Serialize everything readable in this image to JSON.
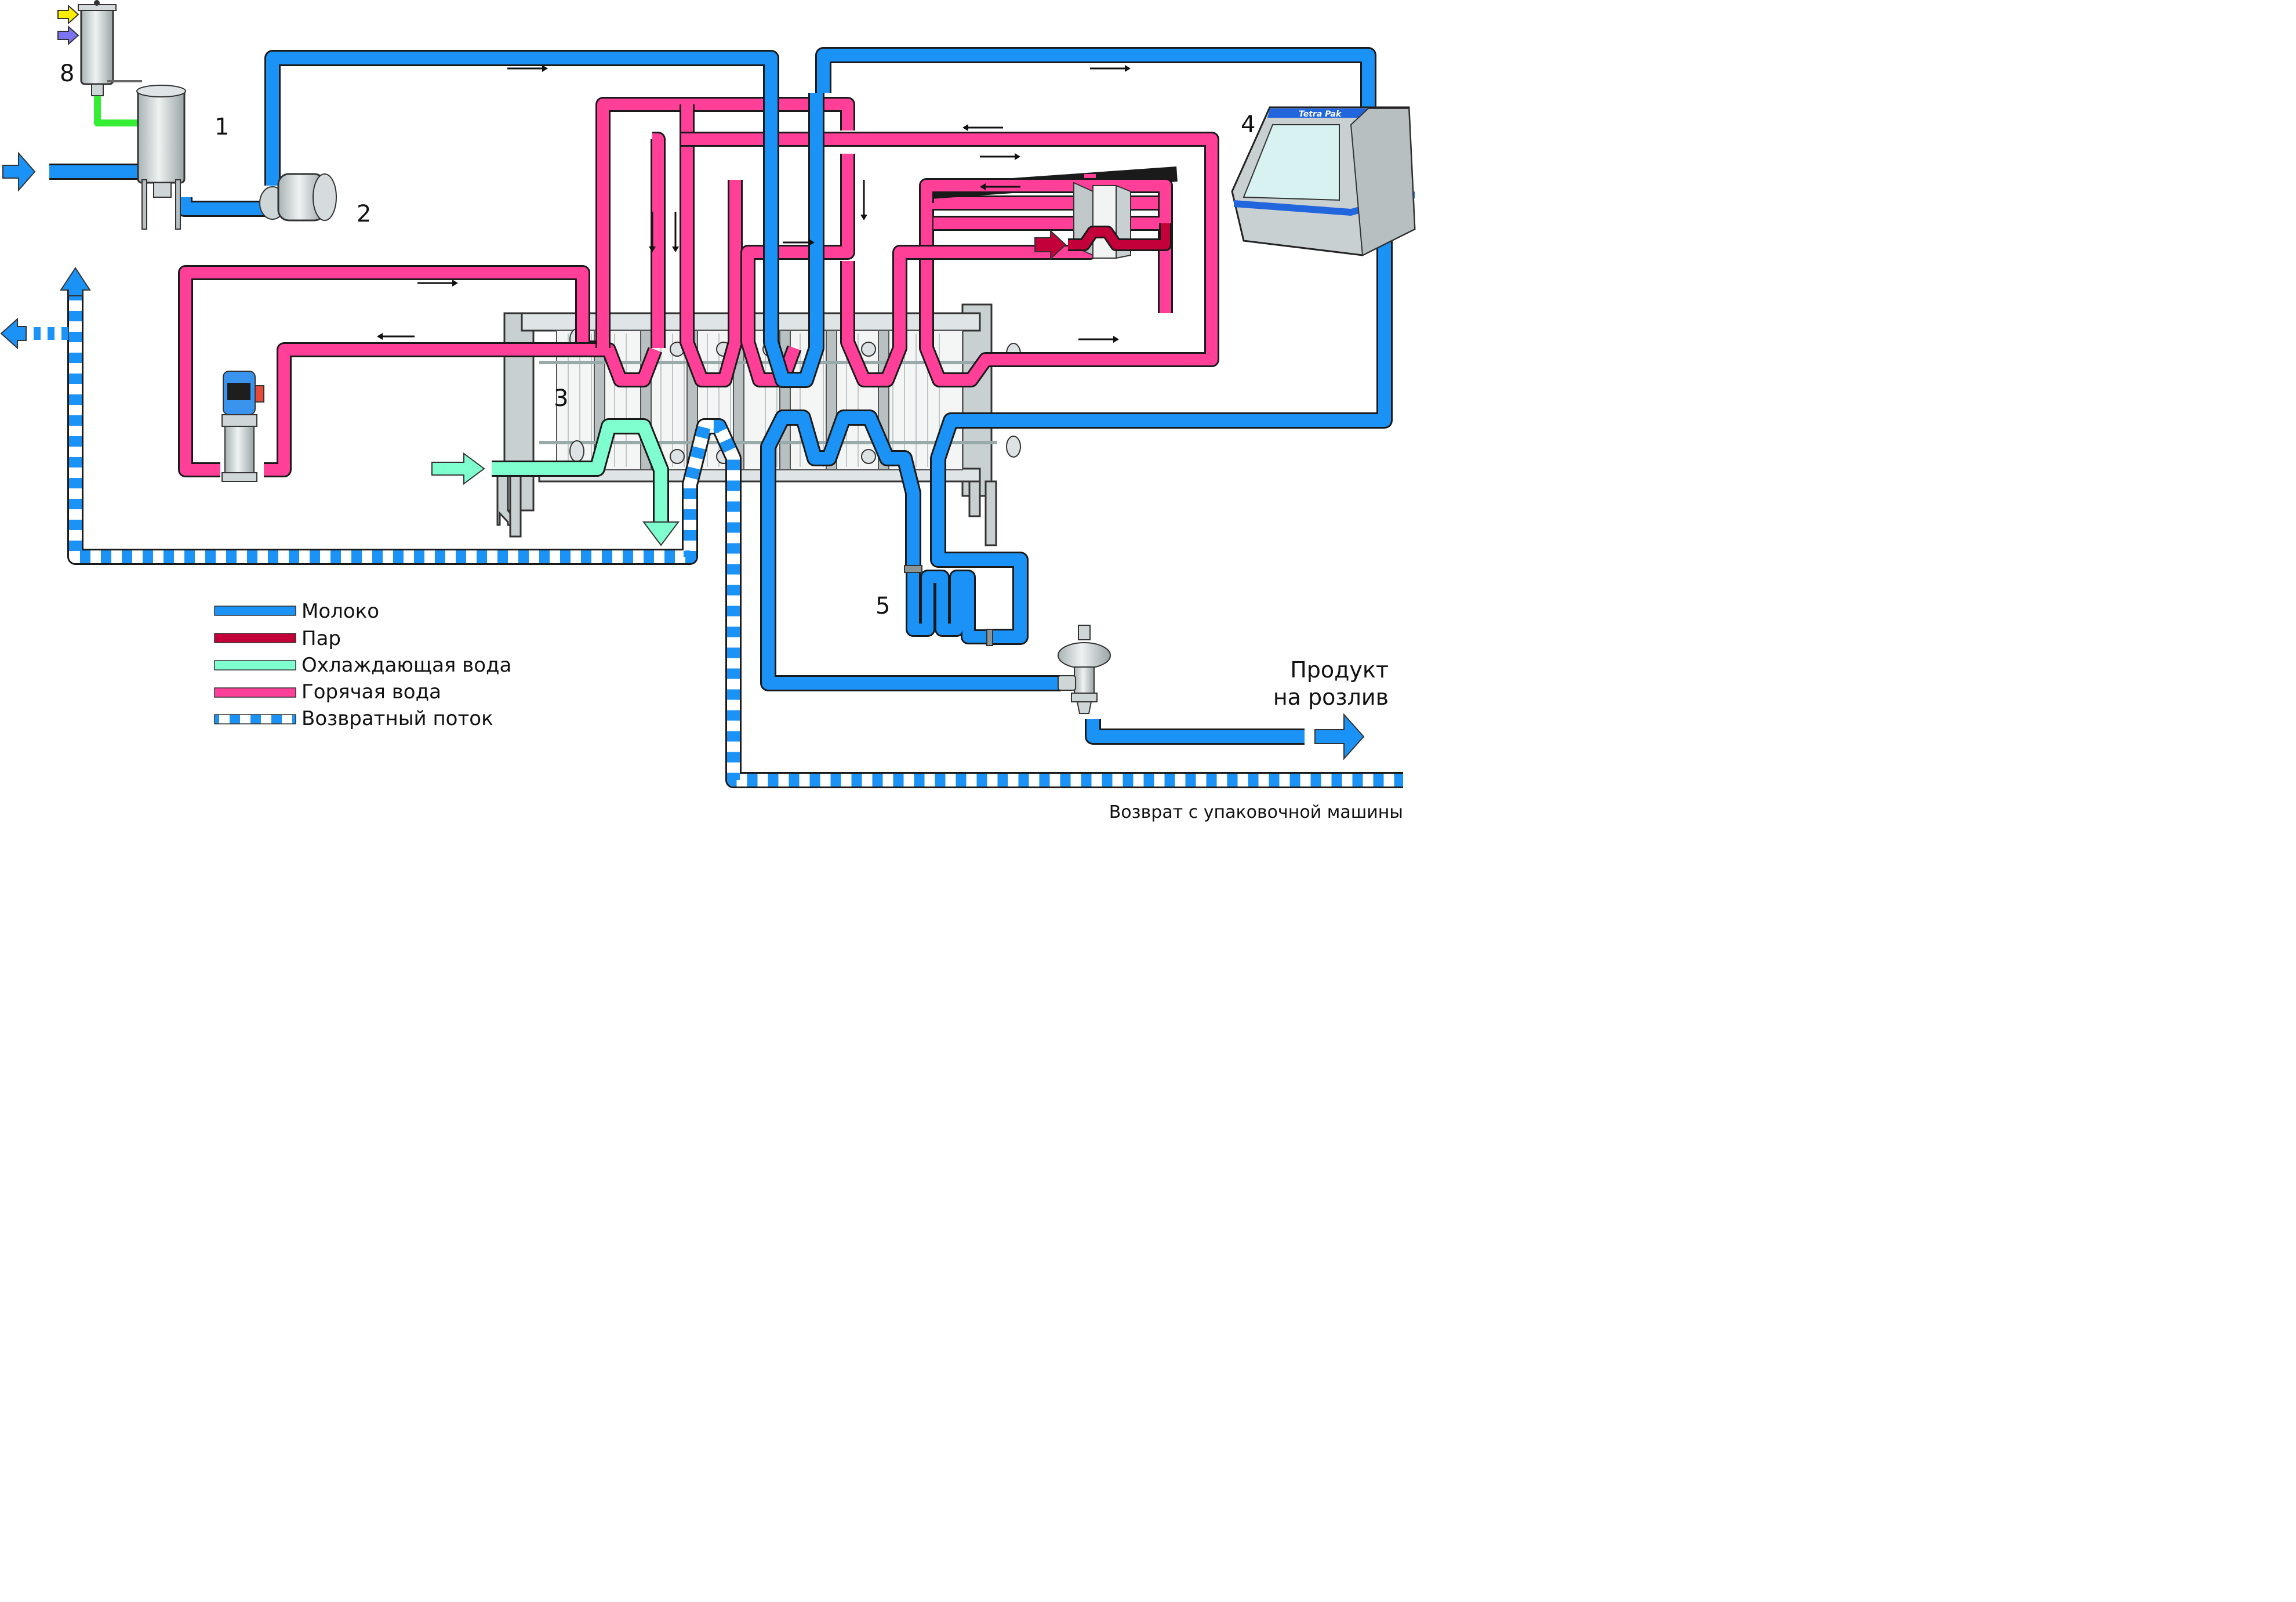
{
  "title": "Схема пастеризационной установки",
  "colors": {
    "milk": "#1b92f5",
    "steam": "#c4003a",
    "cooling_water": "#7fffd0",
    "hot_water": "#ff3f98",
    "return_flow": "#1b92f5",
    "additive_yellow": "#ffee00",
    "additive_purple": "#7b73f0",
    "ingredient_green": "#33ee33",
    "machine_stripe": "#2266dd"
  },
  "components": [
    {
      "id": "1",
      "label": "1",
      "name": "balance-tank"
    },
    {
      "id": "2",
      "label": "2",
      "name": "centrifugal-pump"
    },
    {
      "id": "3",
      "label": "3",
      "name": "plate-heat-exchanger"
    },
    {
      "id": "4",
      "label": "4",
      "name": "packaging-machine"
    },
    {
      "id": "5",
      "label": "5",
      "name": "holding-tube"
    },
    {
      "id": "8",
      "label": "8",
      "name": "dosing-tank"
    }
  ],
  "machine_brand": "Tetra Pak",
  "legend": [
    {
      "key": "milk",
      "label": "Молоко"
    },
    {
      "key": "steam",
      "label": "Пар"
    },
    {
      "key": "cooling_water",
      "label": "Охлаждающая вода"
    },
    {
      "key": "hot_water",
      "label": "Горячая вода"
    },
    {
      "key": "return_flow",
      "label": "Возвратный поток"
    }
  ],
  "annotations": {
    "product_line1": "Продукт",
    "product_line2": "на розлив",
    "return_from_packaging": "Возврат с упаковочной машины"
  }
}
